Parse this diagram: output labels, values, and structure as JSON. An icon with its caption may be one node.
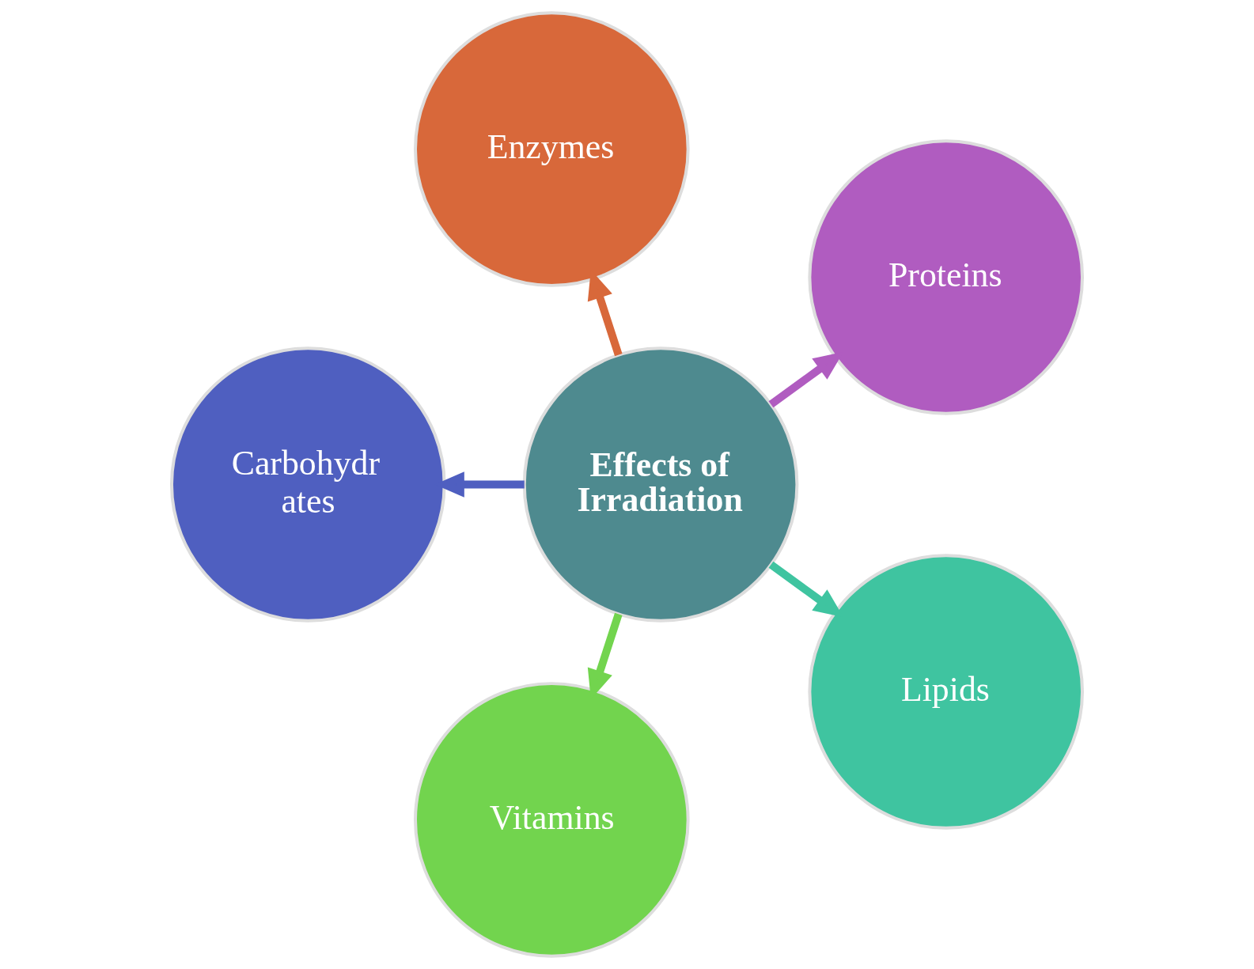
{
  "diagram": {
    "nodes": [
      {
        "text": [
          "Proteins"
        ]
      },
      {
        "text": [
          "Enzymes"
        ]
      },
      {
        "text": [
          "Carbohydr ates"
        ]
      },
      {
        "text": [
          "Effects of Irradiation"
        ]
      },
      {
        "text": [
          "Vitamins"
        ]
      },
      {
        "text": [
          "Lipids"
        ]
      }
    ],
    "edges": [
      {
        "from": 3,
        "to": 0,
        "arrow": "to",
        "color": "#b05cc0"
      },
      {
        "from": 3,
        "to": 2,
        "arrow": "to",
        "color": "#4f5fc0"
      },
      {
        "from": 3,
        "to": 5,
        "arrow": "to",
        "color": "#3fc4a0"
      },
      {
        "from": 3,
        "to": 4,
        "arrow": "to",
        "color": "#72d44e"
      },
      {
        "from": 3,
        "to": 1,
        "arrow": "to",
        "color": "#d8683a"
      }
    ]
  }
}
